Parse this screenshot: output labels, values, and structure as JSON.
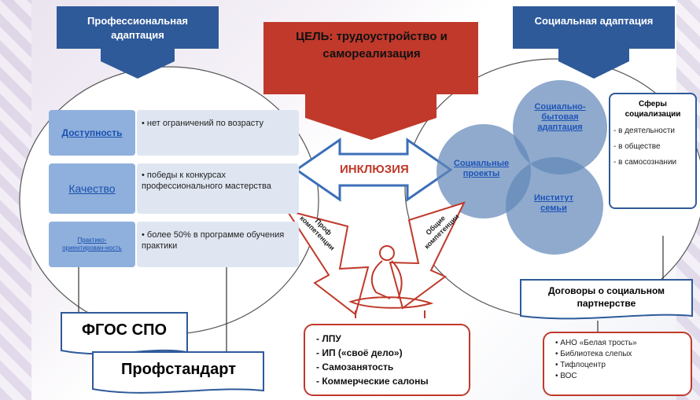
{
  "header_left": "Профессиональная адаптация",
  "header_right": "Социальная адаптация",
  "goal": "ЦЕЛЬ: трудоустройство и самореализация",
  "inclusion": "ИНКЛЮЗИЯ",
  "rows": [
    {
      "term": "Доступность",
      "desc": "• нет ограничений по возрасту"
    },
    {
      "term": "Качество",
      "desc": "• победы к конкурсах профессионального мастерства"
    },
    {
      "term": "Практико-ориентирован-ность",
      "desc": "• более 50% в программе обучения практики"
    }
  ],
  "arrow_prof": "Проф компетенции",
  "arrow_common": "Общие компетенции",
  "venn": {
    "social_domestic": "Социально-бытовая адаптация",
    "projects": "Социальные проекты",
    "family": "Институт семьи"
  },
  "spheres": {
    "title": "Сферы социализации",
    "items": [
      "- в деятельности",
      "- в обществе",
      "- в самосознании"
    ]
  },
  "fgos": "ФГОС СПО",
  "profstandard": "Профстандарт",
  "employers": [
    "- ЛПУ",
    "- ИП («своё дело»)",
    "- Самозанятость",
    "- Коммерческие салоны"
  ],
  "partnership_title": "Договоры о социальном партнерстве",
  "partners": [
    "• АНО «Белая трость»",
    "• Библиотека слепых",
    "• Тифлоцентр",
    "• ВОС"
  ],
  "colors": {
    "header_blue": "#2e5a9a",
    "goal_red": "#c0392b",
    "term_box": "#8fb0dc",
    "desc_box": "#dfe6f1",
    "venn": "#5f86b8",
    "red_border": "#c0392b"
  }
}
